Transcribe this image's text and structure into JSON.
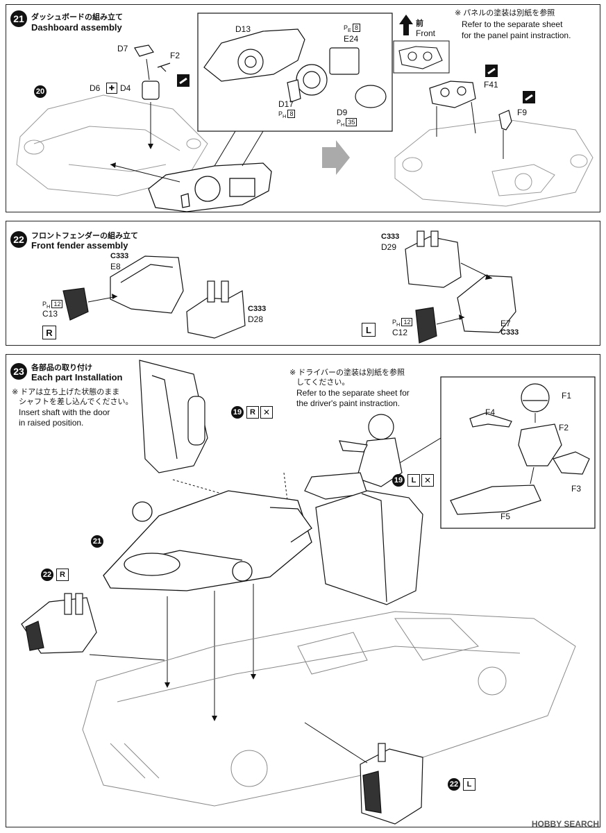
{
  "step21": {
    "num": "21",
    "title_jp": "ダッシュボードの組み立て",
    "title_en": "Dashboard assembly",
    "parts": {
      "d7": "D7",
      "f2": "F2",
      "d6": "D6",
      "d4": "D4",
      "ref20": "20",
      "d13": "D13",
      "e24": "E24",
      "d17": "D17",
      "d9": "D9",
      "ph8a": "8",
      "ph8b": "8",
      "ph35": "35",
      "f41": "F41",
      "f9": "F9",
      "ph_label": "P",
      "ph_sub": "H",
      "pe_sub": "E"
    },
    "front_jp": "前",
    "front_en": "Front",
    "note_jp": "※ パネルの塗装は別紙を参照",
    "note_en_1": "Refer to the separate sheet",
    "note_en_2": "for the panel paint instraction."
  },
  "step22": {
    "num": "22",
    "title_jp": "フロントフェンダーの組み立て",
    "title_en": "Front fender assembly",
    "parts": {
      "c333a": "C333",
      "e8": "E8",
      "c13": "C13",
      "ph12a": "12",
      "c333b": "C333",
      "d28": "D28",
      "c333c": "C333",
      "d29": "D29",
      "c12": "C12",
      "ph12b": "12",
      "e7": "E7",
      "c333d": "C333"
    },
    "side_r": "R",
    "side_l": "L"
  },
  "step23": {
    "num": "23",
    "title_jp": "各部品の取り付け",
    "title_en": "Each part Installation",
    "door_note_jp_1": "※ ドアは立ち上げた状態のまま",
    "door_note_jp_2": "シャフトを差し込んでください。",
    "door_note_en_1": "Insert shaft with the door",
    "door_note_en_2": "in raised position.",
    "driver_note_jp_1": "※ ドライバーの塗装は別紙を参照",
    "driver_note_jp_2": "してください。",
    "driver_note_en_1": "Refer to the separate sheet for",
    "driver_note_en_2": "the driver's paint instraction.",
    "ref19": "19",
    "ref21": "21",
    "ref22": "22",
    "r": "R",
    "l": "L",
    "driver_parts": {
      "f1": "F1",
      "f2": "F2",
      "f3": "F3",
      "f4": "F4",
      "f5": "F5"
    }
  },
  "watermark": "HOBBY SEARCH"
}
